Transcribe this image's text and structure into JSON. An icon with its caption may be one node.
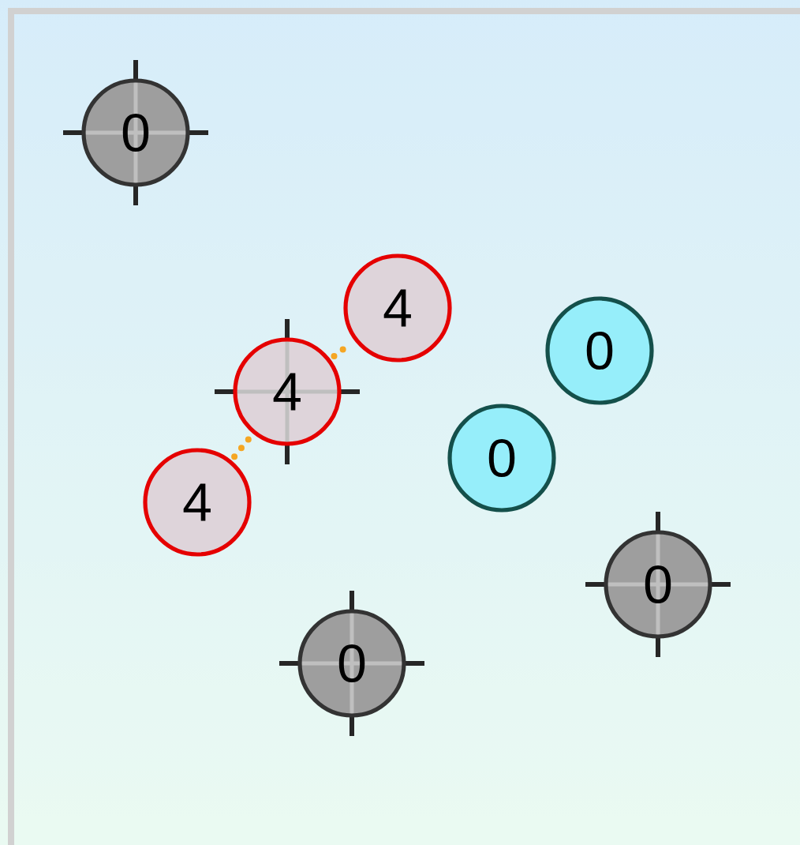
{
  "diagram": {
    "nodes": [
      {
        "text": [
          "0"
        ]
      },
      {
        "text": [
          "4"
        ]
      },
      {
        "text": [
          "0"
        ]
      },
      {
        "text": [
          "4"
        ]
      },
      {
        "text": [
          "0"
        ]
      },
      {
        "text": [
          "4"
        ]
      },
      {
        "text": [
          "0"
        ]
      },
      {
        "text": [
          "0"
        ]
      }
    ],
    "edges": [
      {
        "from": 5,
        "to": 3,
        "arrow": "none",
        "style": "dashed",
        "color": "#f5a623"
      },
      {
        "from": 3,
        "to": 1,
        "arrow": "none",
        "style": "dashed",
        "color": "#f5a623"
      }
    ]
  }
}
